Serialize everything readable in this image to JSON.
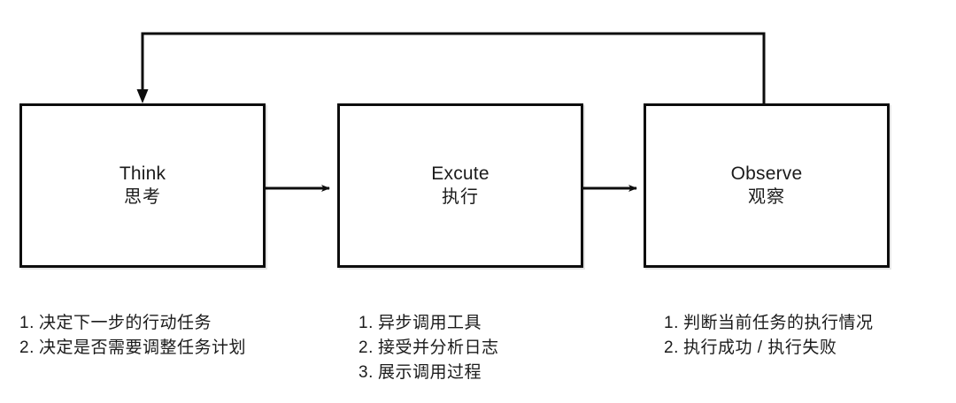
{
  "diagram": {
    "type": "flowchart-cycle",
    "background_color": "#ffffff",
    "stroke_color": "#0d0d0d",
    "text_color": "#1b1b1b",
    "nodes": [
      {
        "id": "think",
        "title_en": "Think",
        "title_zh": "思考",
        "details": [
          {
            "num": "1.",
            "text": "决定下一步的行动任务"
          },
          {
            "num": "2.",
            "text": "决定是否需要调整任务计划"
          }
        ]
      },
      {
        "id": "excute",
        "title_en": "Excute",
        "title_zh": "执行",
        "details": [
          {
            "num": "1.",
            "text": "异步调用工具"
          },
          {
            "num": "2.",
            "text": "接受并分析日志"
          },
          {
            "num": "3.",
            "text": "展示调用过程"
          }
        ]
      },
      {
        "id": "observe",
        "title_en": "Observe",
        "title_zh": "观察",
        "details": [
          {
            "num": "1.",
            "text": "判断当前任务的执行情况"
          },
          {
            "num": "2.",
            "text": "执行成功 / 执行失败"
          }
        ]
      }
    ],
    "edges": [
      {
        "id": "think-to-excute",
        "from": "think",
        "to": "excute",
        "arrow": true
      },
      {
        "id": "excute-to-observe",
        "from": "excute",
        "to": "observe",
        "arrow": true
      },
      {
        "id": "observe-to-think-feedback",
        "from": "observe",
        "to": "think",
        "arrow": true
      }
    ]
  }
}
